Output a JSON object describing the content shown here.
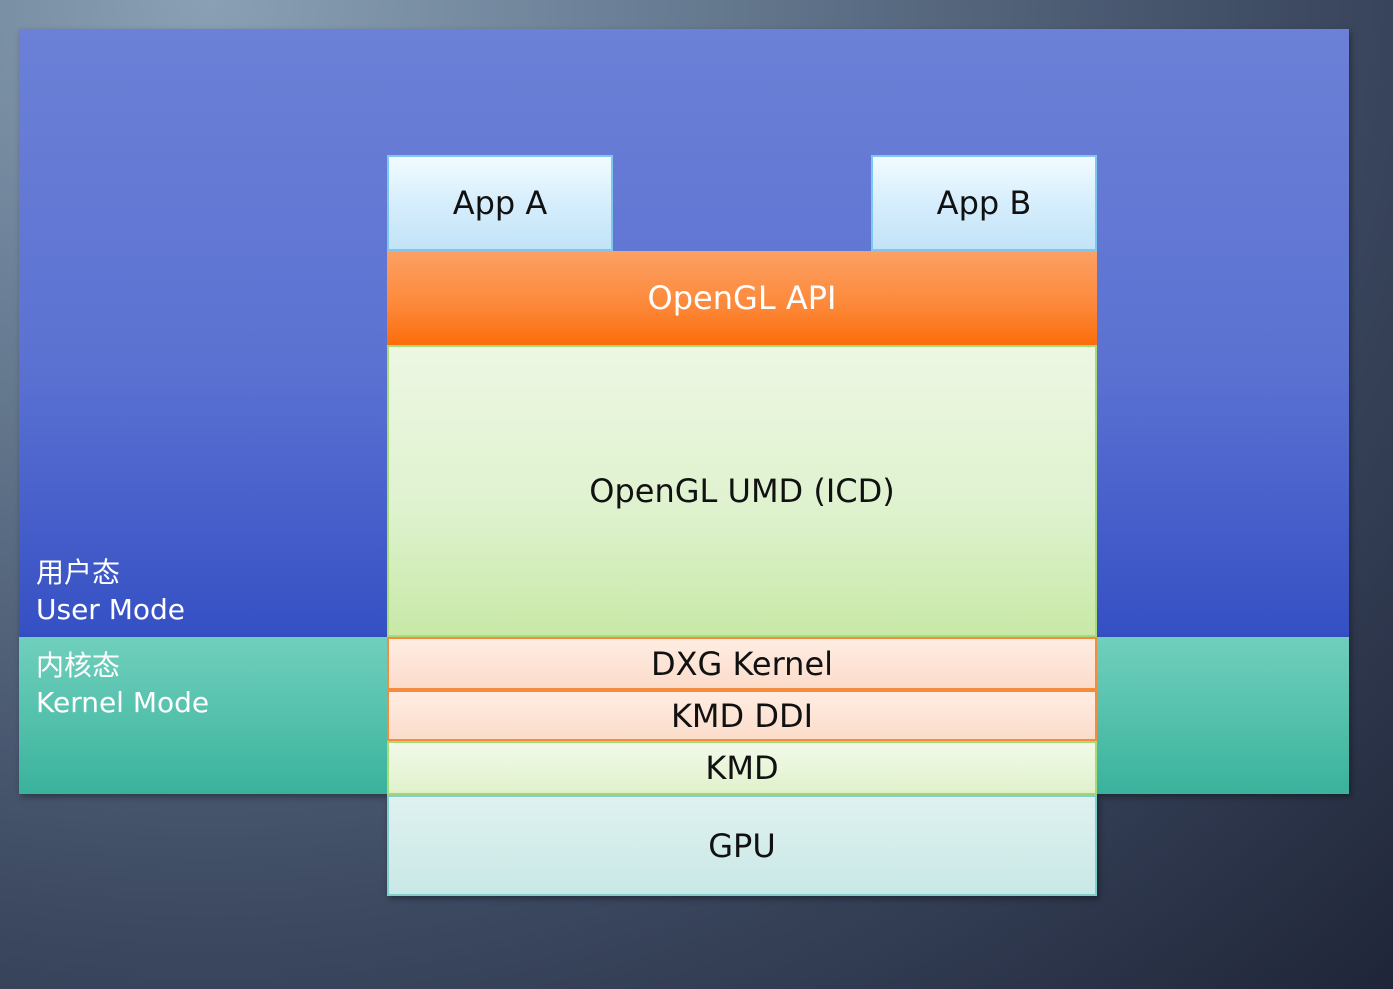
{
  "regions": {
    "user": {
      "zh": "用户态",
      "en": "User Mode"
    },
    "kernel": {
      "zh": "内核态",
      "en": "Kernel Mode"
    }
  },
  "layers": {
    "app_a": "App A",
    "app_b": "App B",
    "opengl_api": "OpenGL API",
    "opengl_umd": "OpenGL UMD (ICD)",
    "dxg_kernel": "DXG Kernel",
    "kmd_ddi": "KMD DDI",
    "kmd": "KMD",
    "gpu": "GPU"
  },
  "colors": {
    "user_region": "#5c72d2",
    "kernel_region": "#52c0ab",
    "app": "#d6eefc",
    "opengl_api": "#fd8a3c",
    "umd": "#dff2cf",
    "kernel_layer": "#fcdcca",
    "kmd": "#e0f2cb",
    "gpu": "#c9e8e6"
  }
}
